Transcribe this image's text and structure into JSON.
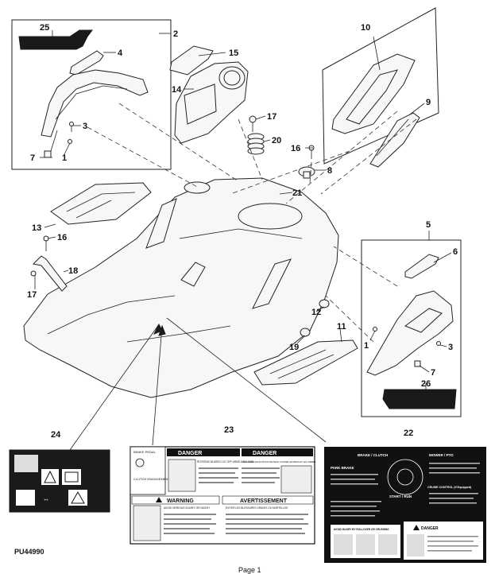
{
  "figure_id": "PU44990",
  "page_label": "Page 1",
  "callouts": {
    "c1": "1",
    "c2": "2",
    "c3": "3",
    "c4": "4",
    "c5": "5",
    "c6": "6",
    "c7": "7",
    "c8": "8",
    "c9": "9",
    "c10": "10",
    "c11": "11",
    "c12": "12",
    "c13": "13",
    "c14": "14",
    "c15": "15",
    "c16": "16",
    "c17": "17",
    "c18": "18",
    "c19": "19",
    "c20": "20",
    "c21": "21",
    "c22": "22",
    "c23": "23",
    "c24": "24",
    "c25": "25",
    "c26": "26"
  },
  "decal_23": {
    "left_top": "BRAKE PEDAL",
    "left_bottom": "CLUTCH ENGAGEMENT",
    "danger_1": "DANGER",
    "danger_2": "DANGER",
    "danger_text_1": "ROTATING BLADES CUT OFF ARMS AND LEGS",
    "danger_text_2": "LES LAMES EN ROTATION PEUVENT COUPER LES BRAS ET LES JAMBES",
    "warning": "WARNING",
    "avertissement": "AVERTISSEMENT",
    "warning_text": "AVOID SERIOUS INJURY OR DEATH",
    "avert_text": "EVITER LES BLESSURES GRAVES OU MORTELLES"
  },
  "decal_22": {
    "brake_clutch": "BRAKE / CLUTCH",
    "park_brake": "PARK BRAKE",
    "start_run": "START / RUN",
    "mower_pto": "MOWER / PTO",
    "cruise": "CRUISE CONTROL (if Equipped)",
    "danger": "DANGER",
    "crush": "AVOID INJURY BY ROLLOVER OR CRUSHING"
  }
}
